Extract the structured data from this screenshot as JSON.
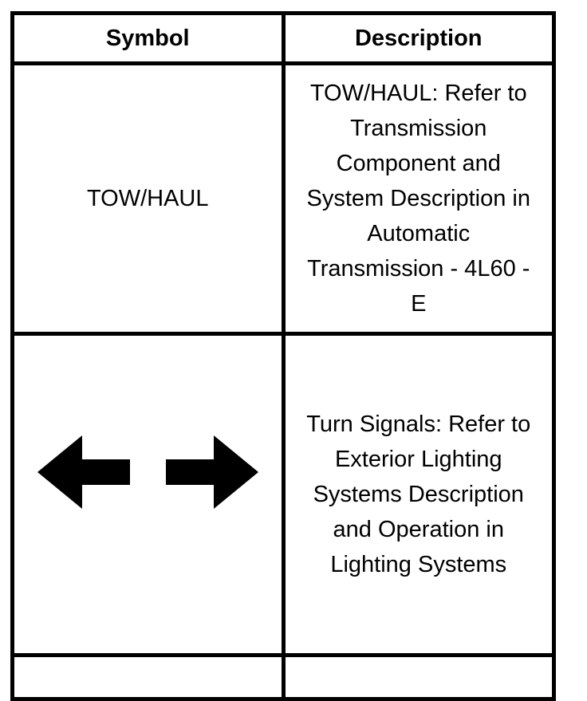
{
  "colors": {
    "background": "#ffffff",
    "border": "#000000",
    "text": "#000000",
    "icon": "#000000"
  },
  "table": {
    "headers": {
      "symbol": "Symbol",
      "description": "Description"
    },
    "rows": [
      {
        "symbol": "TOW/HAUL",
        "description": "TOW/HAUL: Refer to\nTransmission\nComponent and\nSystem Description in\nAutomatic\nTransmission - 4L60 -\nE"
      },
      {
        "symbol_icon": "turn-signal-left-right-arrows",
        "description": "Turn Signals: Refer to\nExterior Lighting\nSystems Description\nand Operation in\nLighting Systems"
      }
    ]
  }
}
